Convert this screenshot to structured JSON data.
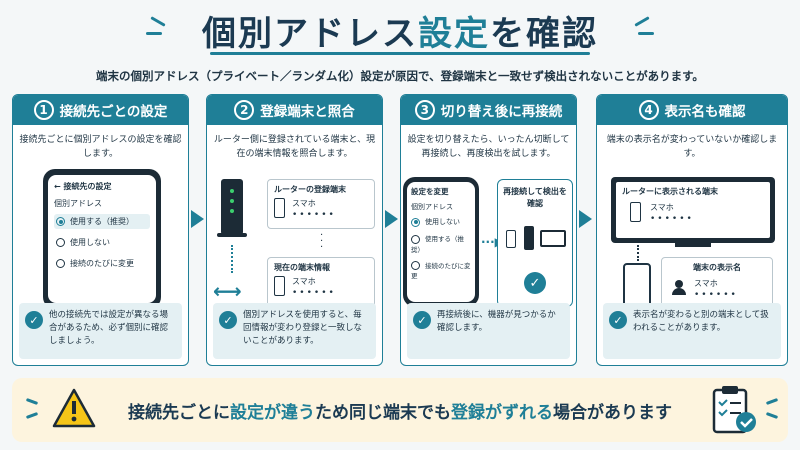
{
  "title": {
    "part1": "個別アドレス",
    "highlight": "設定",
    "part2": "を確認"
  },
  "subtitle": "端末の個別アドレス（プライベート／ランダム化）設定が原因で、登録端末と一致せず検出されないことがあります。",
  "steps": [
    {
      "number": "1",
      "heading": "接続先ごとの設定",
      "desc": "接続先ごとに個別アドレスの設定を確認します。",
      "screen_title": "接続先の設定",
      "screen_section": "個別アドレス",
      "options": [
        "使用する（推奨）",
        "使用しない",
        "接続のたびに変更"
      ],
      "selected": 0,
      "footer": "他の接続先では設定が異なる場合があるため、必ず個別に確認しましょう。"
    },
    {
      "number": "2",
      "heading": "登録端末と照合",
      "desc": "ルーター側に登録されている端末と、現在の端末情報を照合します。",
      "registered_title": "ルーターの登録端末",
      "registered_device": "スマホ",
      "current_title": "現在の端末情報",
      "current_device": "スマホ",
      "mask": "••••••",
      "footer": "個別アドレスを使用すると、毎回情報が変わり登録と一致しないことがあります。"
    },
    {
      "number": "3",
      "heading": "切り替え後に再接続",
      "desc": "設定を切り替えたら、いったん切断して再接続し、再度検出を試します。",
      "screen_title": "設定を変更",
      "screen_section": "個別アドレス",
      "options": [
        "使用しない",
        "使用する（推奨）",
        "接続のたびに変更"
      ],
      "selected": 0,
      "reconnect_label": "再接続して検出を確認",
      "footer": "再接続後に、機器が見つかるか確認します。"
    },
    {
      "number": "4",
      "heading": "表示名も確認",
      "desc": "端末の表示名が変わっていないか確認します。",
      "tv_title": "ルーターに表示される端末",
      "tv_device": "スマホ",
      "name_title": "端末の表示名",
      "name_device": "スマホ",
      "mask": "••••••",
      "footer": "表示名が変わると別の端末として扱われることがあります。"
    }
  ],
  "bottom": {
    "part1": "接続先ごとに",
    "hl1": "設定が違う",
    "part2": "ため同じ端末でも",
    "hl2": "登録がずれる",
    "part3": "場合があります"
  },
  "colors": {
    "accent": "#1f7f97",
    "dark": "#1c2b36",
    "warning": "#f5c518",
    "banner": "#fdf4de"
  }
}
